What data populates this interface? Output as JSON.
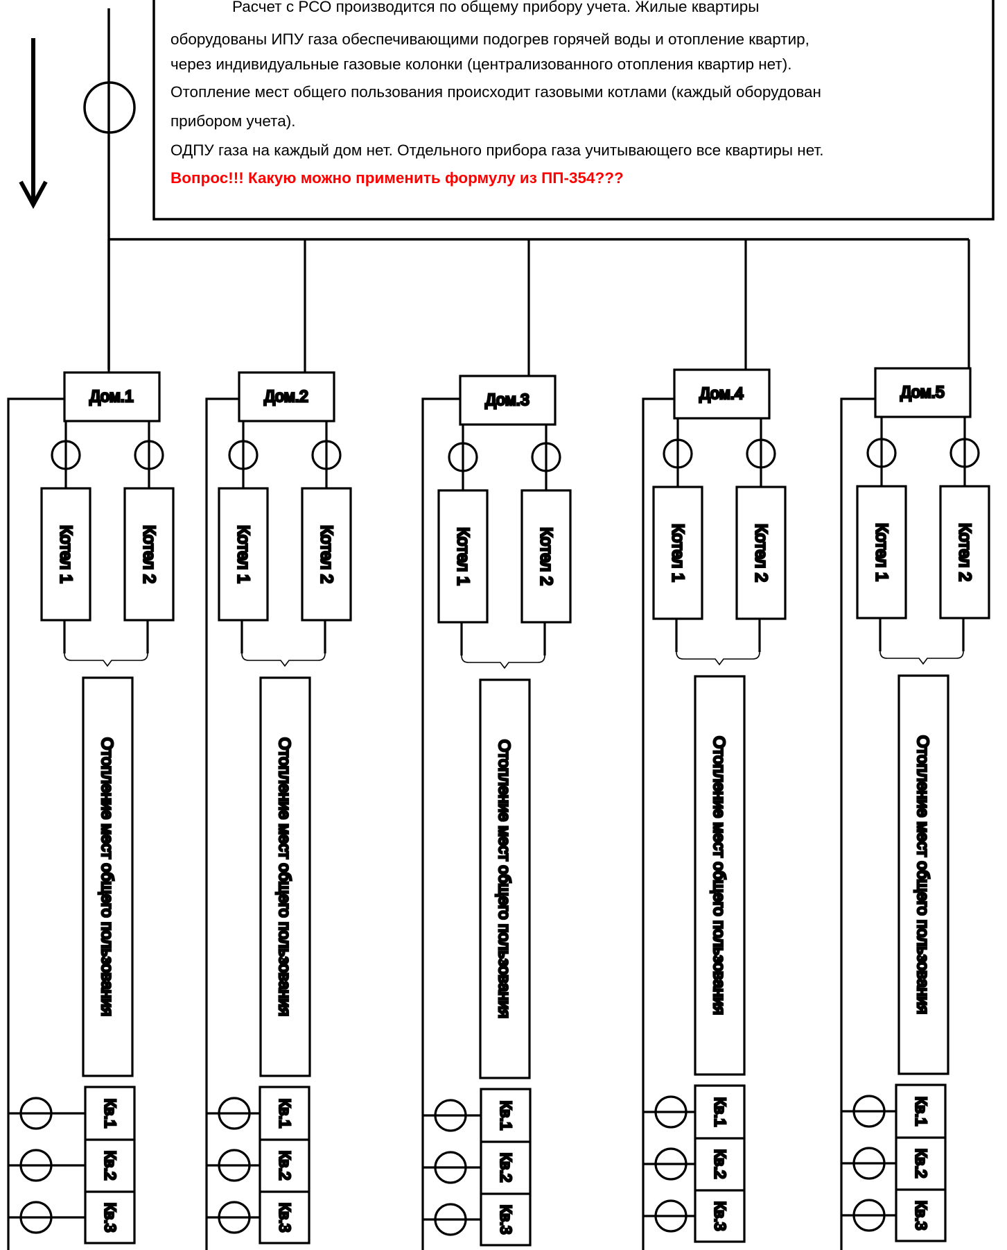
{
  "note": {
    "lines": [
      "Расчет с РСО производится по общему прибору учета. Жилые квартиры",
      "оборудованы ИПУ газа обеспечивающими подогрев горячей воды и отопление квартир,",
      "через индивидуальные газовые колонки (централизованного отопления квартир нет).",
      "Отопление мест общего пользования происходит газовыми котлами (каждый оборудован",
      "прибором учета).",
      "ОДПУ газа на каждый дом нет. Отдельного прибора газа учитывающего все квартиры нет."
    ],
    "question": "Вопрос!!! Какую можно применить формулу из ПП-354???",
    "question_color": "#ff0000"
  },
  "houses": [
    {
      "label": "Дом.1",
      "boilers": [
        "Котел 1",
        "Котел 2"
      ],
      "heating": "Отопление мест общего пользования",
      "apartments": [
        "Кв.1",
        "Кв.2",
        "Кв.3"
      ]
    },
    {
      "label": "Дом.2",
      "boilers": [
        "Котел 1",
        "Котел 2"
      ],
      "heating": "Отопление мест общего пользования",
      "apartments": [
        "Кв.1",
        "Кв.2",
        "Кв.3"
      ]
    },
    {
      "label": "Дом.3",
      "boilers": [
        "Котел 1",
        "Котел 2"
      ],
      "heating": "Отопление мест общего пользования",
      "apartments": [
        "Кв.1",
        "Кв.2",
        "Кв.3"
      ]
    },
    {
      "label": "Дом.4",
      "boilers": [
        "Котел 1",
        "Котел 2"
      ],
      "heating": "Отопление мест общего пользования",
      "apartments": [
        "Кв.1",
        "Кв.2",
        "Кв.3"
      ]
    },
    {
      "label": "Дом.5",
      "boilers": [
        "Котел 1",
        "Котел 2"
      ],
      "heating": "Отопление мест общего пользования",
      "apartments": [
        "Кв.1",
        "Кв.2",
        "Кв.3"
      ]
    }
  ]
}
